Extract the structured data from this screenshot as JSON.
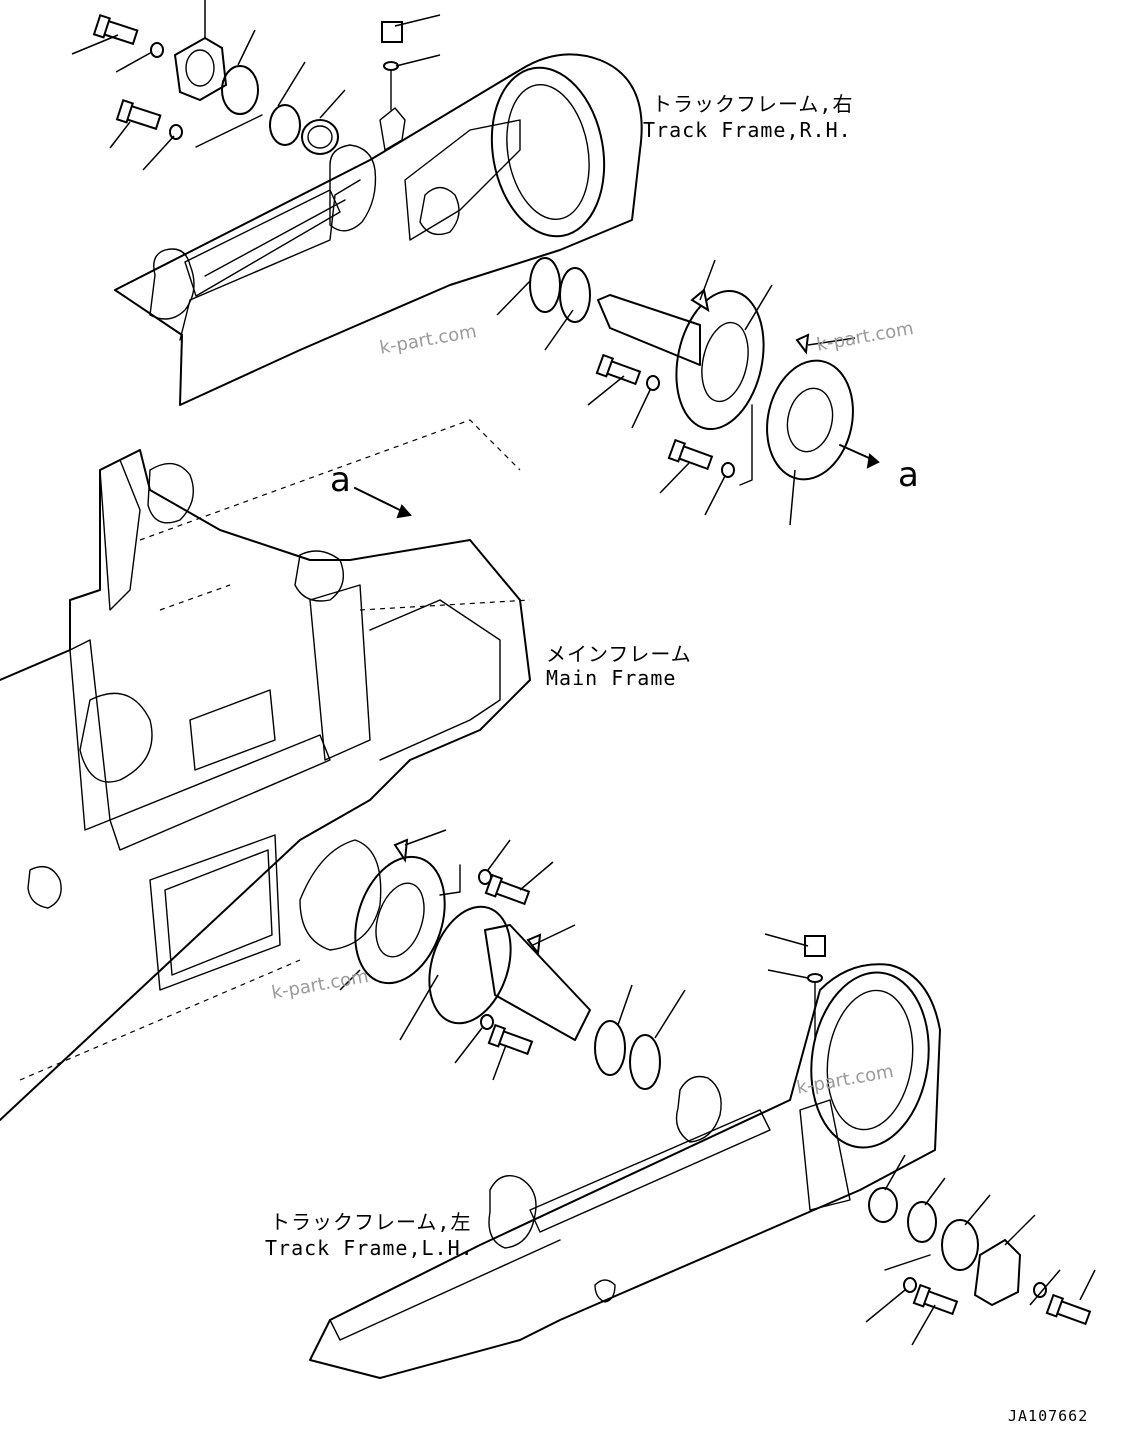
{
  "labels": {
    "track_frame_rh_jp": "トラックフレーム,右",
    "track_frame_rh_en": "Track Frame,R.H.",
    "main_frame_jp": "メインフレーム",
    "main_frame_en": "Main Frame",
    "track_frame_lh_jp": "トラックフレーム,左",
    "track_frame_lh_en": "Track Frame,L.H."
  },
  "view_markers": {
    "view_a_arrow_label": "a",
    "view_a_target_label": "a"
  },
  "watermarks": [
    "k-part.com",
    "k-part.com",
    "k-part.com",
    "k-part.com"
  ],
  "drawing_id": "JA107662",
  "colors": {
    "ink": "#000000",
    "watermark": "#9a9a9a",
    "background": "#ffffff"
  }
}
